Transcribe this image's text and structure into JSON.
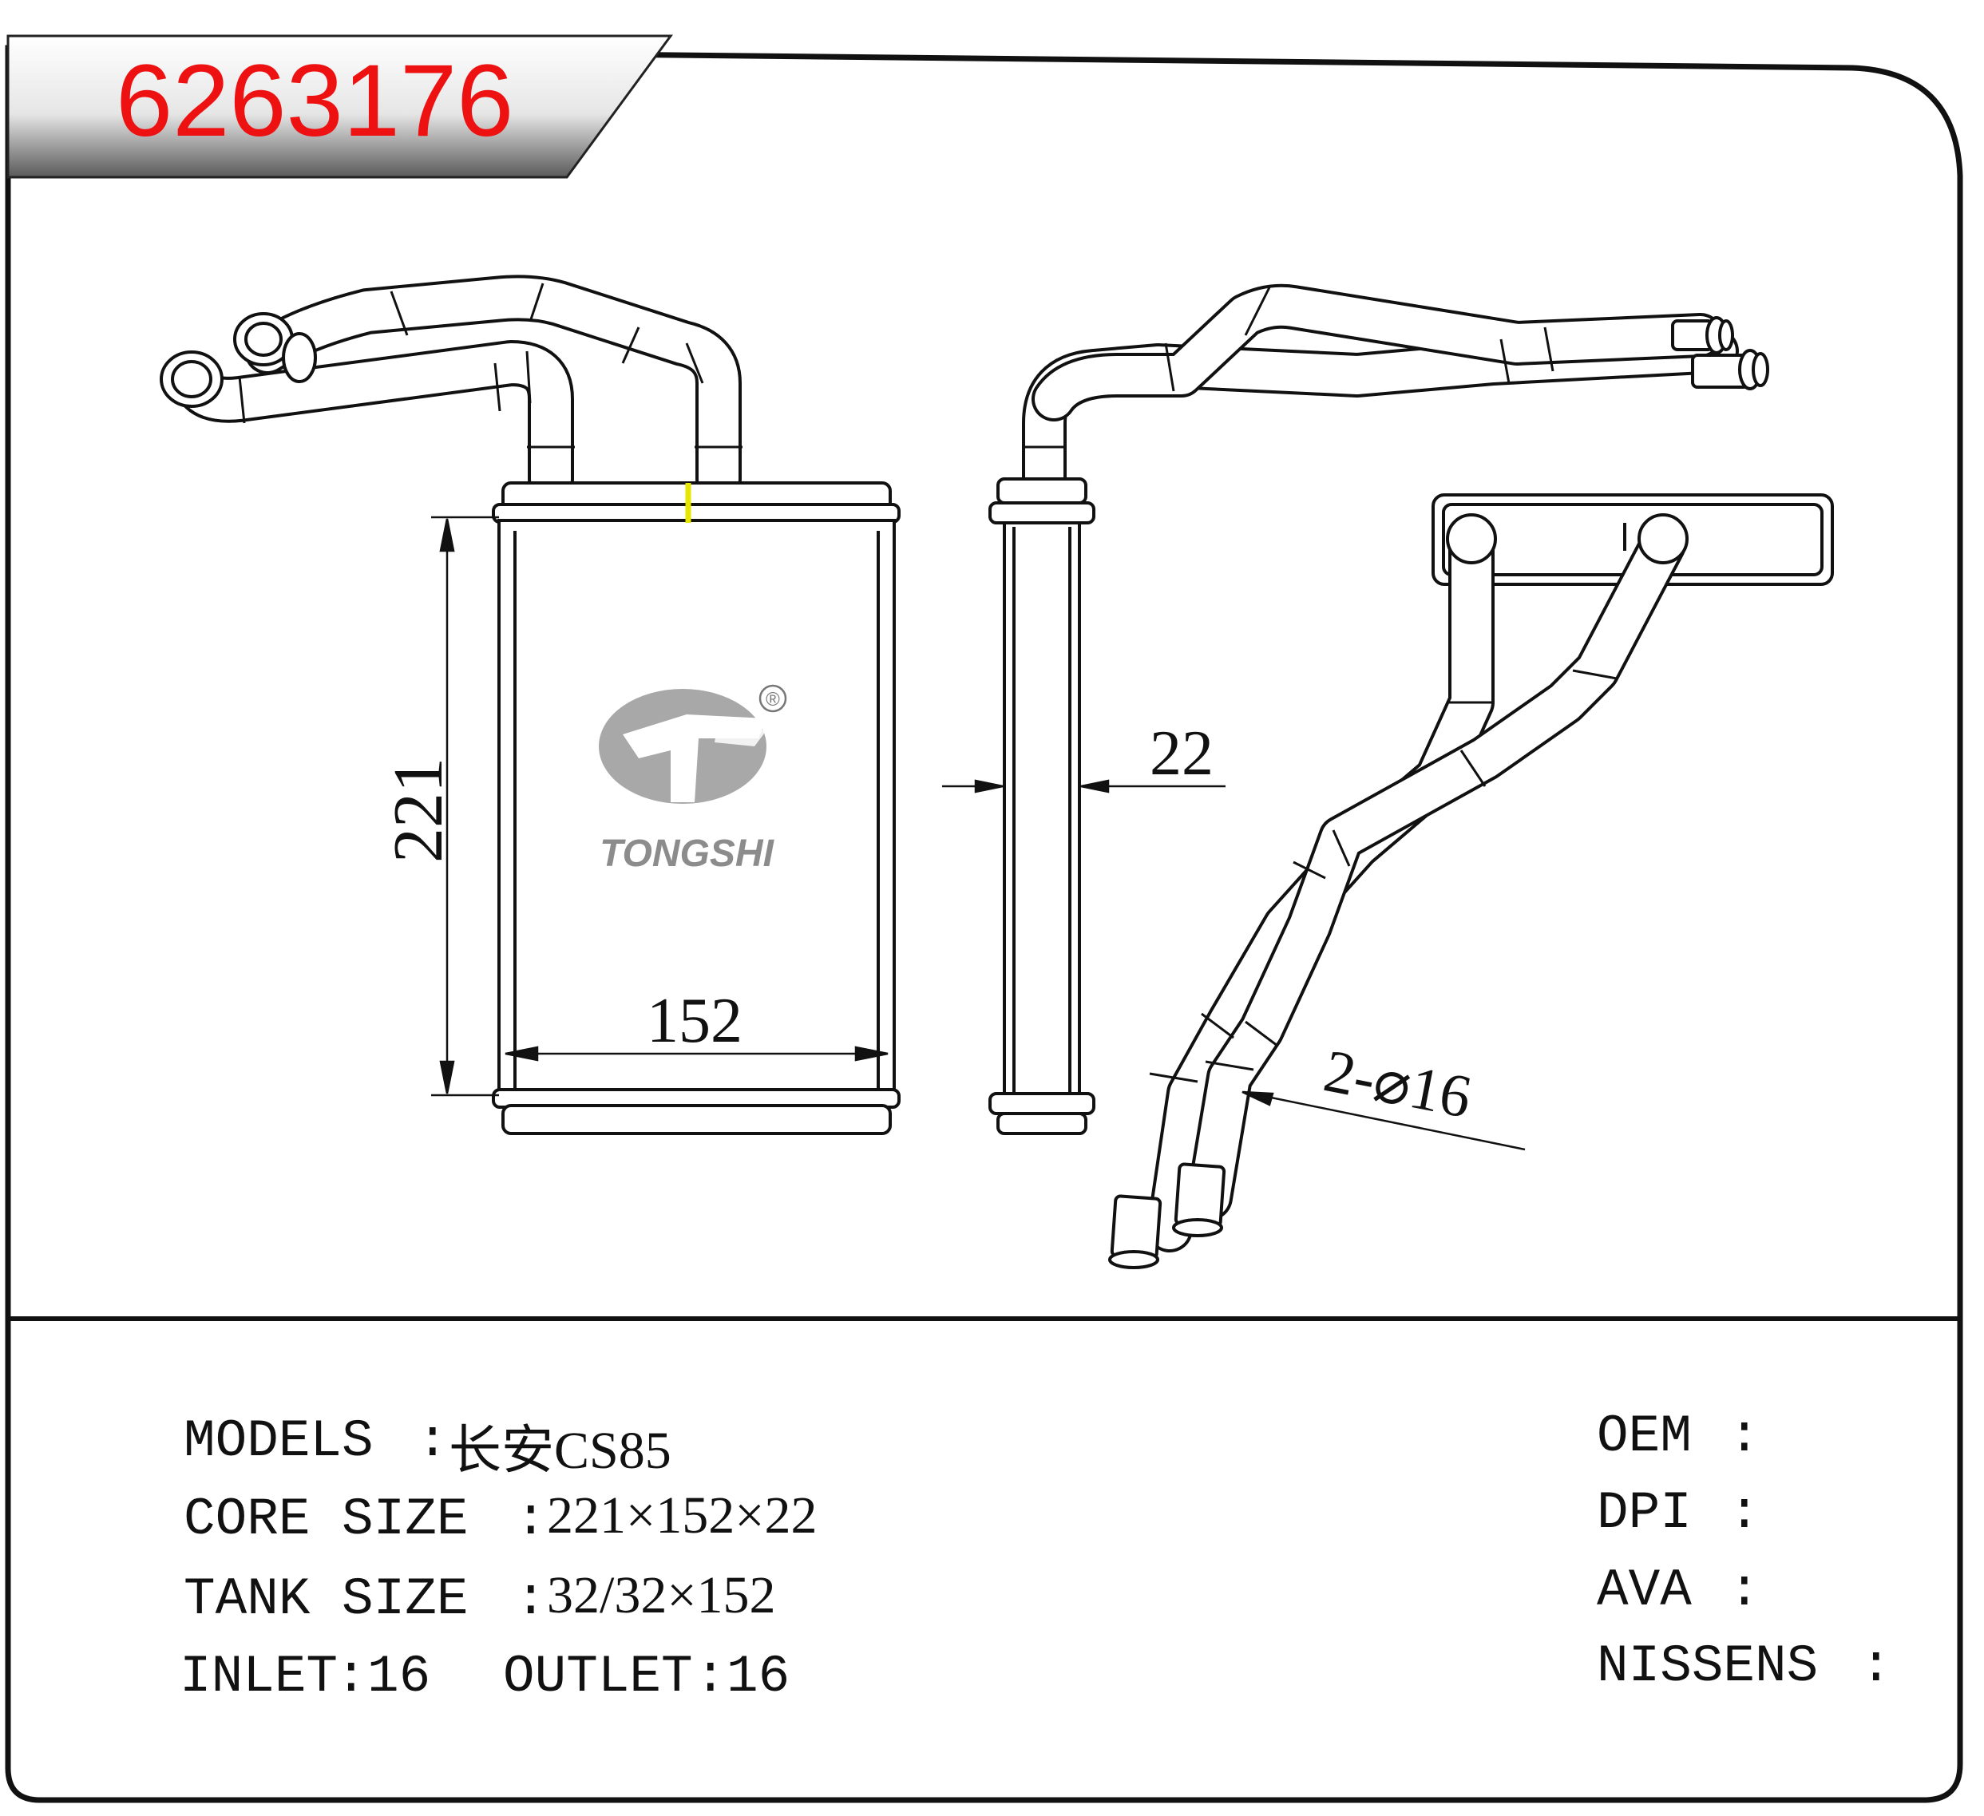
{
  "part_number": "6263176",
  "logo": {
    "brand": "TONGSHI",
    "registered_mark": "®"
  },
  "dimensions": {
    "height": "221",
    "width": "152",
    "thickness": "22",
    "pipe": "2-⌀16"
  },
  "specs": {
    "models": {
      "label": "MODELS",
      "sep": ":",
      "value": "长安CS85"
    },
    "core_size": {
      "label": "CORE SIZE",
      "sep": ":",
      "value": "221×152×22"
    },
    "tank_size": {
      "label": "TANK SIZE",
      "sep": ":",
      "value": "32/32×152"
    },
    "inlet": {
      "label": "INLET",
      "sep": ":",
      "value": "16"
    },
    "outlet": {
      "label": "OUTLET",
      "sep": ":",
      "value": "16"
    }
  },
  "references": [
    {
      "label": "OEM",
      "sep": ":"
    },
    {
      "label": "DPI",
      "sep": ":"
    },
    {
      "label": "AVA",
      "sep": ":"
    },
    {
      "label": "NISSENS",
      "sep": ":"
    }
  ]
}
